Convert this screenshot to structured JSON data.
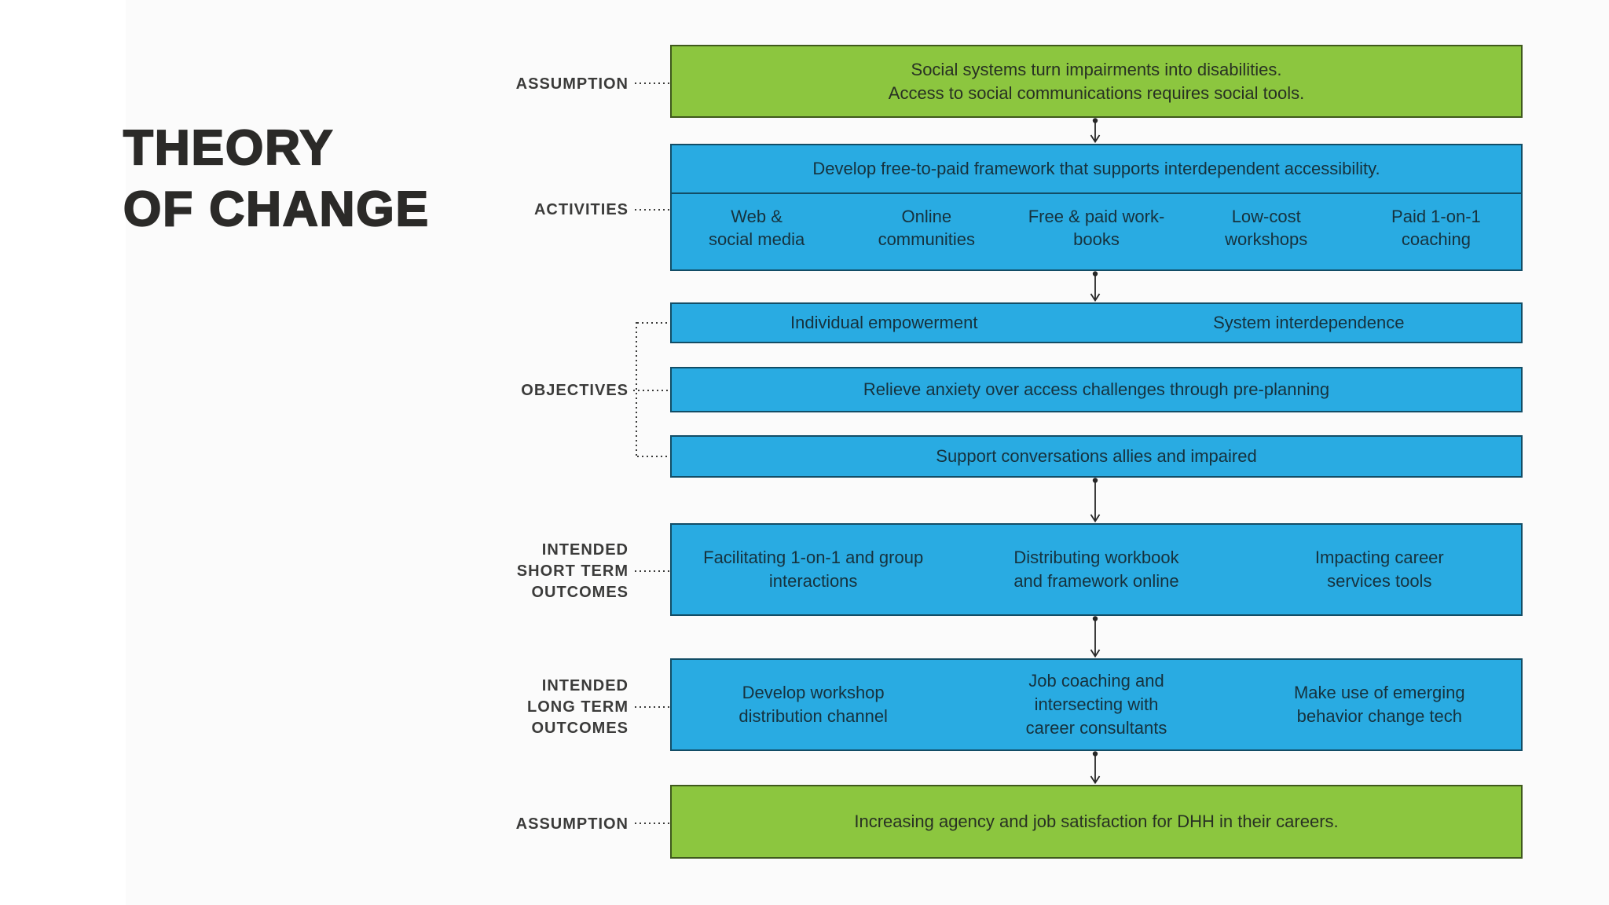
{
  "colors": {
    "green": "#8cc63f",
    "blue": "#29abe2",
    "box_border": "rgba(0,0,0,0.55)",
    "text_dark": "#16323e",
    "text_green_box": "#283123",
    "label": "#3b3b3a",
    "title": "#2b2a28"
  },
  "title": "THEORY\nOF CHANGE",
  "labels": {
    "assumption_top": "ASSUMPTION",
    "activities": "ACTIVITIES",
    "objectives": "OBJECTIVES",
    "short_term": "INTENDED\nSHORT TERM\nOUTCOMES",
    "long_term": "INTENDED\nLONG TERM\nOUTCOMES",
    "assumption_bottom": "ASSUMPTION"
  },
  "flow": {
    "assumption_top": "Social systems turn impairments into disabilities.\nAccess to social communications requires social tools.",
    "activities_header": "Develop free-to-paid framework that supports interdependent accessibility.",
    "activities_columns": [
      "Web &\nsocial media",
      "Online\ncommunities",
      "Free & paid work-\nbooks",
      "Low-cost\nworkshops",
      "Paid 1-on-1\ncoaching"
    ],
    "objectives_row1": [
      "Individual empowerment",
      "System interdependence"
    ],
    "objectives_row2": "Relieve anxiety over access challenges through pre-planning",
    "objectives_row3": "Support conversations allies and impaired",
    "short_term_columns": [
      "Facilitating 1-on-1 and group\ninteractions",
      "Distributing workbook\nand framework online",
      "Impacting career\nservices tools"
    ],
    "long_term_columns": [
      "Develop workshop\ndistribution channel",
      "Job coaching and\nintersecting with\ncareer consultants",
      "Make use of emerging\nbehavior change tech"
    ],
    "assumption_bottom": "Increasing agency and job satisfaction for DHH in their careers."
  }
}
